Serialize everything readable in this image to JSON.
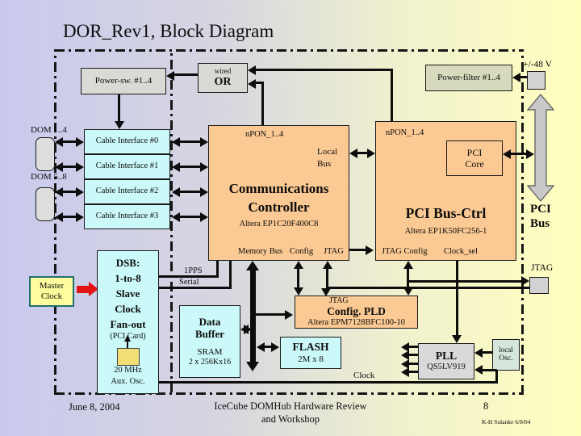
{
  "slide": {
    "title": "DOR_Rev1, Block Diagram"
  },
  "power": {
    "switch": "Power-sw. #1..4",
    "wired": "wired",
    "or": "OR",
    "filter": "Power-filter #1..4",
    "supply": "+/-48 V"
  },
  "dom": {
    "group1": "DOM 1..4",
    "group2": "DOM 5..8"
  },
  "cable_interfaces": [
    "Cable Interface #0",
    "Cable Interface #1",
    "Cable Interface #2",
    "Cable Interface #3"
  ],
  "comm": {
    "npon": "nPON_1..4",
    "local_bus1": "Local",
    "local_bus2": "Bus",
    "title1": "Communications",
    "title2": "Controller",
    "part": "Altera EP1C20F400C8",
    "memory_bus": "Memory Bus",
    "config": "Config",
    "jtag": "JTAG"
  },
  "pci": {
    "npon": "nPON_1..4",
    "core1": "PCI",
    "core2": "Core",
    "title": "PCI Bus-Ctrl",
    "part": "Altera EP1K50FC256-1",
    "jtag_config": "JTAG Config",
    "clock_sel": "Clock_sel",
    "bus1": "PCI",
    "bus2": "Bus",
    "jtag_connector": "JTAG"
  },
  "pld": {
    "jtag": "JTAG",
    "title": "Config. PLD",
    "part": "Altera EPM7128BFC100-10"
  },
  "memory": {
    "buffer1": "Data",
    "buffer2": "Buffer",
    "sram": "SRAM",
    "sram_size": "2 x 256Kx16",
    "flash": "FLASH",
    "flash_size": "2M x 8"
  },
  "clock": {
    "master1": "Master",
    "master2": "Clock",
    "dsb_lines": [
      "DSB:",
      "1-to-8",
      "Slave",
      "Clock",
      "Fan-out"
    ],
    "pci_card": "(PCI Card)",
    "aux1": "20 MHz",
    "aux2": "Aux. Osc.",
    "pps": "1PPS",
    "serial": "Serial",
    "clock_label": "Clock",
    "pll": "PLL",
    "pll_part": "QS5LV919",
    "local_osc1": "local",
    "local_osc2": "Osc."
  },
  "footer": {
    "date": "June 8, 2004",
    "center_line1": "IceCube DOMHub Hardware Review",
    "center_line2": "and Workshop",
    "page_number": "8",
    "credit": "K-H Sulanke 6/8/04"
  },
  "colors": {
    "module_orange": "#fbc993",
    "interface_cyan": "#cbf8f8",
    "highlight_yellow": "#fdfd9e",
    "connector_gray": "#d2d2d2",
    "arrow_red": "#e21414",
    "bus_arrow_gray": "#c9c9c9"
  }
}
